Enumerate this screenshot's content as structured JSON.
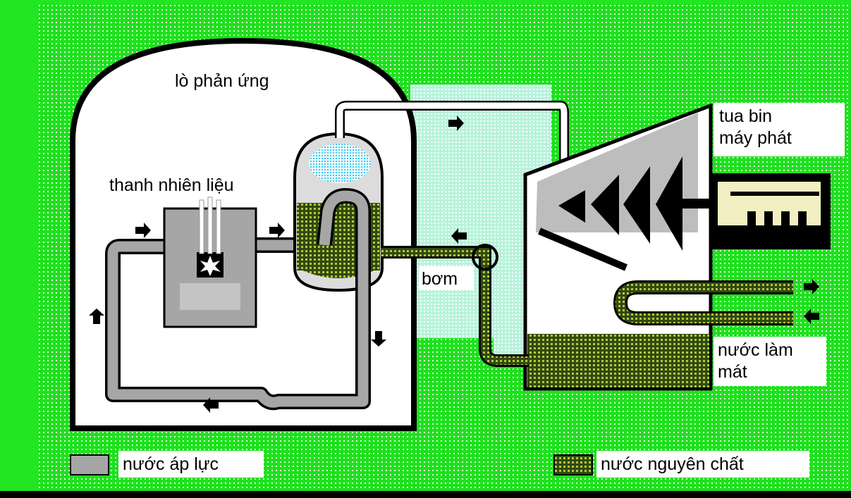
{
  "labels": {
    "reactor": "lò phản ứng",
    "fuel_rods": "thanh nhiên liệu",
    "pump": "bơm",
    "turbine_line1": "tua bin",
    "turbine_line2": "máy phát",
    "cooling_line1": "nước làm",
    "cooling_line2": "mát"
  },
  "legend": {
    "pressurized_water": "nước áp lực",
    "pure_water": "nước nguyên chất"
  },
  "colors": {
    "background": "#22e622",
    "pressurized_water": "#a6a6a6",
    "pure_water": "#5a6a1a",
    "steam": "#a8f0d4",
    "pipe_outline": "#000000"
  }
}
